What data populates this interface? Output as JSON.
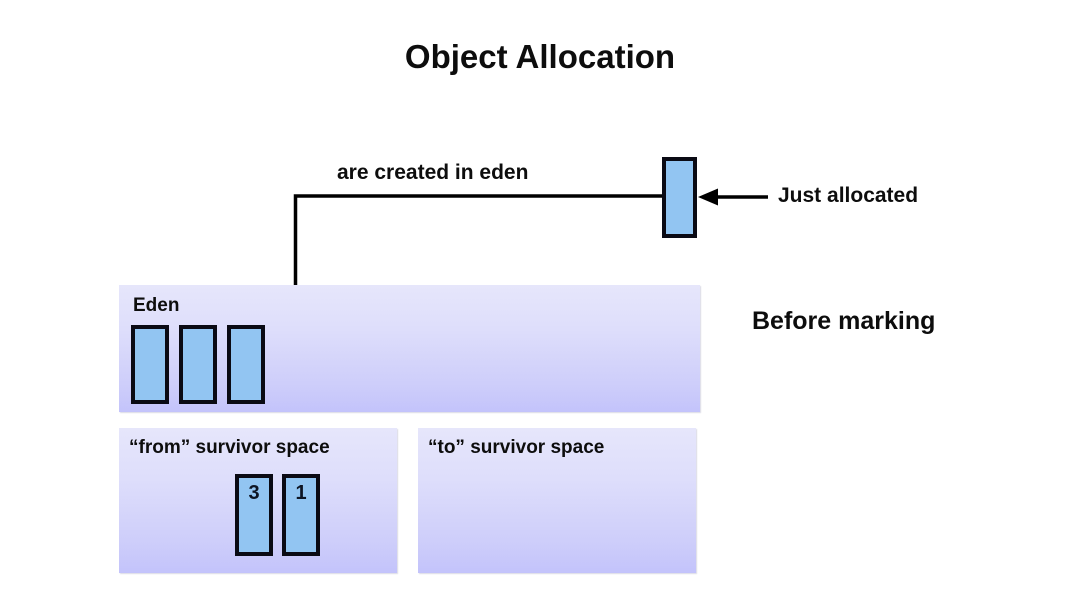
{
  "diagram": {
    "title": "Object Allocation",
    "phase_label": "Before marking",
    "annotations": {
      "created_in_eden": "are created in eden",
      "just_allocated": "Just allocated"
    },
    "regions": [
      {
        "id": "eden",
        "label": "Eden",
        "objects": [
          {
            "label": ""
          },
          {
            "label": ""
          },
          {
            "label": ""
          }
        ]
      },
      {
        "id": "from-survivor",
        "label": "“from” survivor  space",
        "objects": [
          {
            "label": "3"
          },
          {
            "label": "1"
          }
        ]
      },
      {
        "id": "to-survivor",
        "label": "“to” survivor  space",
        "objects": []
      }
    ],
    "floating_object": {
      "label": ""
    },
    "colors": {
      "object_fill": "#92c5f2",
      "object_border": "#0a0a14",
      "region_top": "#e6e6fb",
      "region_bottom": "#c3c3fb",
      "text": "#0d0d0d",
      "arrow": "#000000",
      "background": "#ffffff"
    }
  }
}
